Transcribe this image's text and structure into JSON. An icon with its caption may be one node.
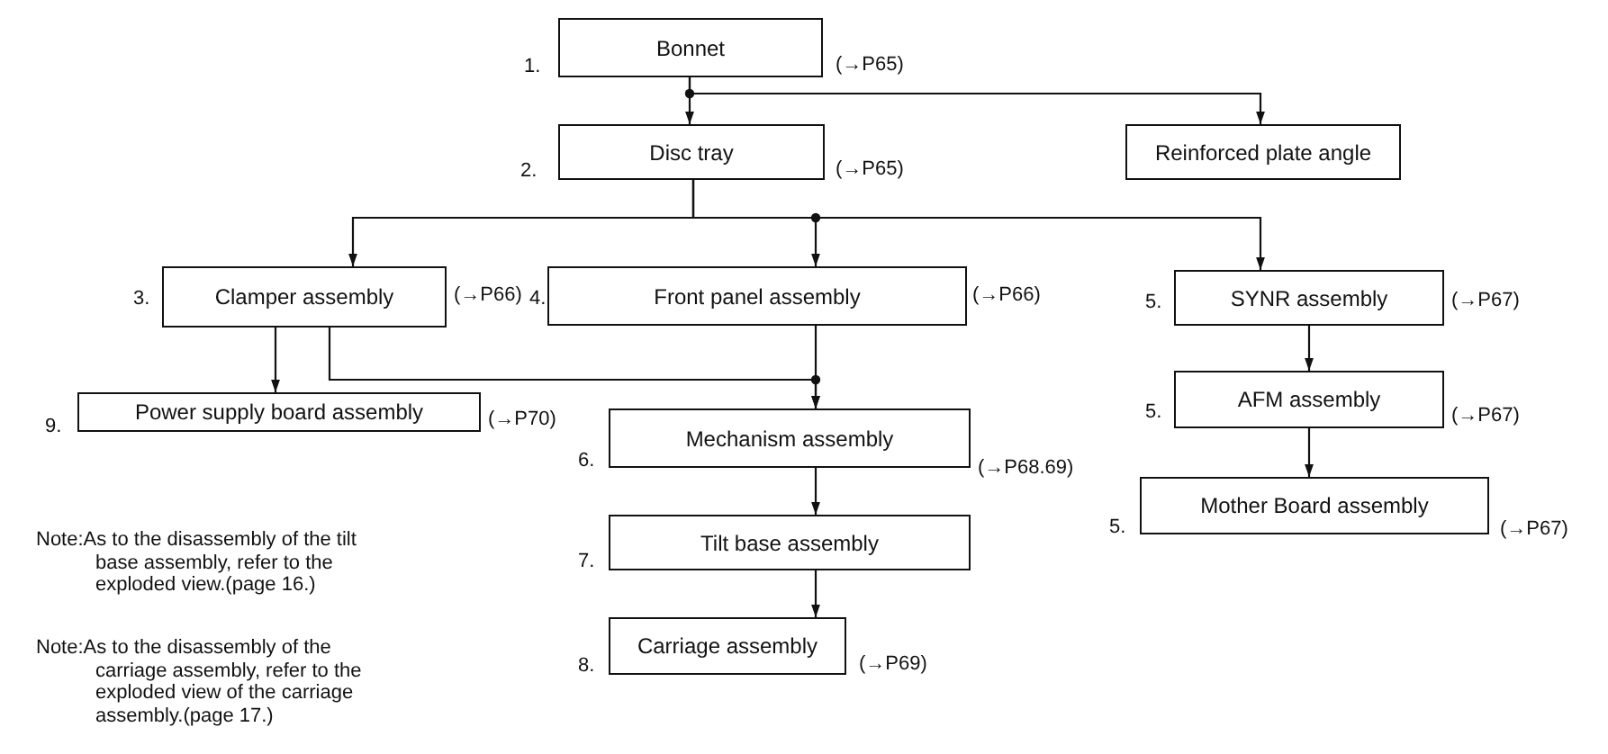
{
  "diagram": {
    "nodes": [
      {
        "text": [
          "Bonnet"
        ],
        "beside": [
          "1.",
          "(→P65)"
        ]
      },
      {
        "text": [
          "Disc tray"
        ],
        "beside": [
          "2.",
          "(→P65)"
        ]
      },
      {
        "text": [
          "Reinforced plate angle"
        ]
      },
      {
        "text": [
          "Clamper assembly"
        ],
        "beside": [
          "3.",
          "(→P66)"
        ]
      },
      {
        "text": [
          "Front panel assembly"
        ],
        "beside": [
          "4.",
          "(→P66)"
        ]
      },
      {
        "text": [
          "SYNR assembly"
        ],
        "beside": [
          "5.",
          "(→P67)"
        ]
      },
      {
        "text": [
          "Power supply board assembly"
        ],
        "beside": [
          "9.",
          "(→P70)"
        ]
      },
      {
        "text": [
          "Mechanism assembly"
        ],
        "beside": [
          "6.",
          "(→P68.69)"
        ]
      },
      {
        "text": [
          "AFM assembly"
        ],
        "beside": [
          "5.",
          "(→P67)"
        ]
      },
      {
        "text": [
          "Tilt base assembly"
        ],
        "beside": [
          "7."
        ]
      },
      {
        "text": [
          "Mother Board assembly"
        ],
        "beside": [
          "5.",
          "(→P67)"
        ]
      },
      {
        "text": [
          "Carriage assembly"
        ],
        "beside": [
          "8.",
          "(→P69)"
        ]
      }
    ],
    "edges": [
      {
        "from": 0,
        "to": 1,
        "arrow": "to"
      },
      {
        "from": 0,
        "to": 2,
        "arrow": "to"
      },
      {
        "from": 1,
        "to": 3,
        "arrow": "to"
      },
      {
        "from": 1,
        "to": 4,
        "arrow": "to"
      },
      {
        "from": 1,
        "to": 5,
        "arrow": "to"
      },
      {
        "from": 3,
        "to": 6,
        "arrow": "to"
      },
      {
        "from": 3,
        "to": 7,
        "arrow": "to"
      },
      {
        "from": 4,
        "to": 7,
        "arrow": "to"
      },
      {
        "from": 5,
        "to": 8,
        "arrow": "to"
      },
      {
        "from": 7,
        "to": 9,
        "arrow": "to"
      },
      {
        "from": 8,
        "to": 10,
        "arrow": "to"
      },
      {
        "from": 9,
        "to": 11,
        "arrow": "to"
      }
    ],
    "labels": [
      "Note:As to the disassembly of the tilt base assembly, refer to the exploded view.(page 16.)",
      "Note:As to the disassembly of the carriage assembly, refer to the exploded view of the carriage assembly.(page 17.)"
    ]
  }
}
